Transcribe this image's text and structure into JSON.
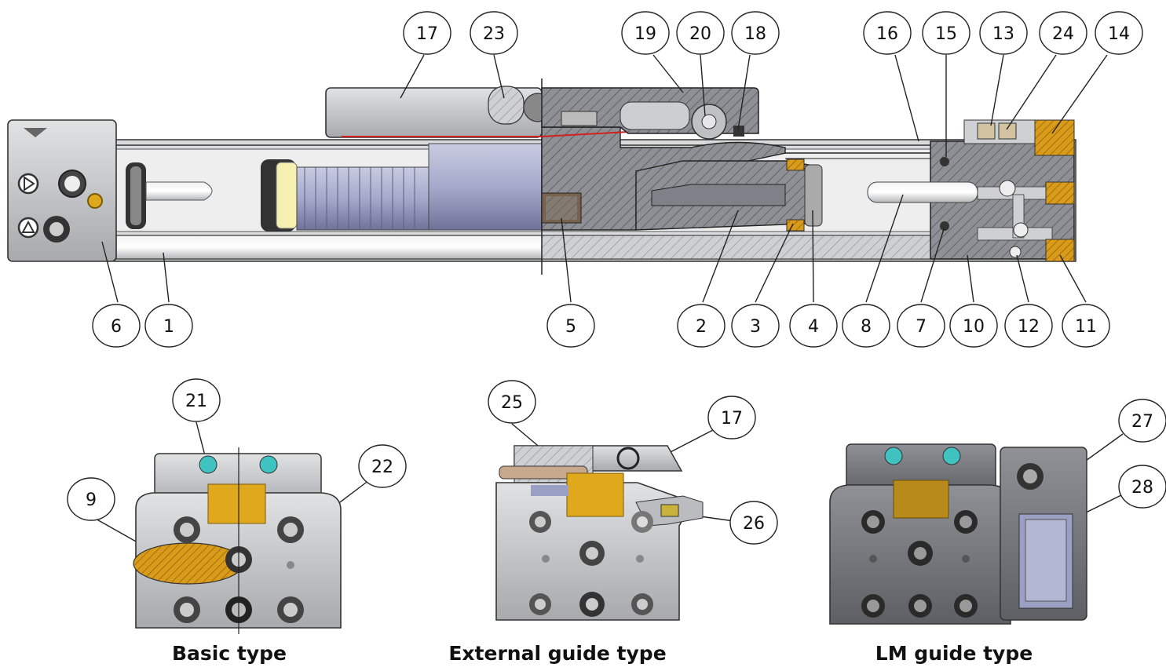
{
  "captions": {
    "basic": "Basic type",
    "external": "External guide type",
    "lm": "LM guide type"
  },
  "callouts": [
    {
      "id": "17",
      "label": "17"
    },
    {
      "id": "23",
      "label": "23"
    },
    {
      "id": "19",
      "label": "19"
    },
    {
      "id": "20",
      "label": "20"
    },
    {
      "id": "18",
      "label": "18"
    },
    {
      "id": "16",
      "label": "16"
    },
    {
      "id": "15",
      "label": "15"
    },
    {
      "id": "13",
      "label": "13"
    },
    {
      "id": "24",
      "label": "24"
    },
    {
      "id": "14",
      "label": "14"
    },
    {
      "id": "6",
      "label": "6"
    },
    {
      "id": "1",
      "label": "1"
    },
    {
      "id": "5",
      "label": "5"
    },
    {
      "id": "2",
      "label": "2"
    },
    {
      "id": "3",
      "label": "3"
    },
    {
      "id": "4",
      "label": "4"
    },
    {
      "id": "8",
      "label": "8"
    },
    {
      "id": "7",
      "label": "7"
    },
    {
      "id": "10",
      "label": "10"
    },
    {
      "id": "12",
      "label": "12"
    },
    {
      "id": "11",
      "label": "11"
    },
    {
      "id": "21",
      "label": "21"
    },
    {
      "id": "22",
      "label": "22"
    },
    {
      "id": "9",
      "label": "9"
    },
    {
      "id": "25",
      "label": "25"
    },
    {
      "id": "17b",
      "label": "17"
    },
    {
      "id": "26",
      "label": "26"
    },
    {
      "id": "27",
      "label": "27"
    },
    {
      "id": "28",
      "label": "28"
    }
  ],
  "colors": {
    "body_gray": "#b9bbbe",
    "dark_gray": "#7d7f84",
    "hatch": "#6a6c70",
    "brass": "#e0a81c",
    "teal": "#3fc2c0",
    "blue_piston": "#9aa0c4",
    "red_line": "#d02020"
  }
}
